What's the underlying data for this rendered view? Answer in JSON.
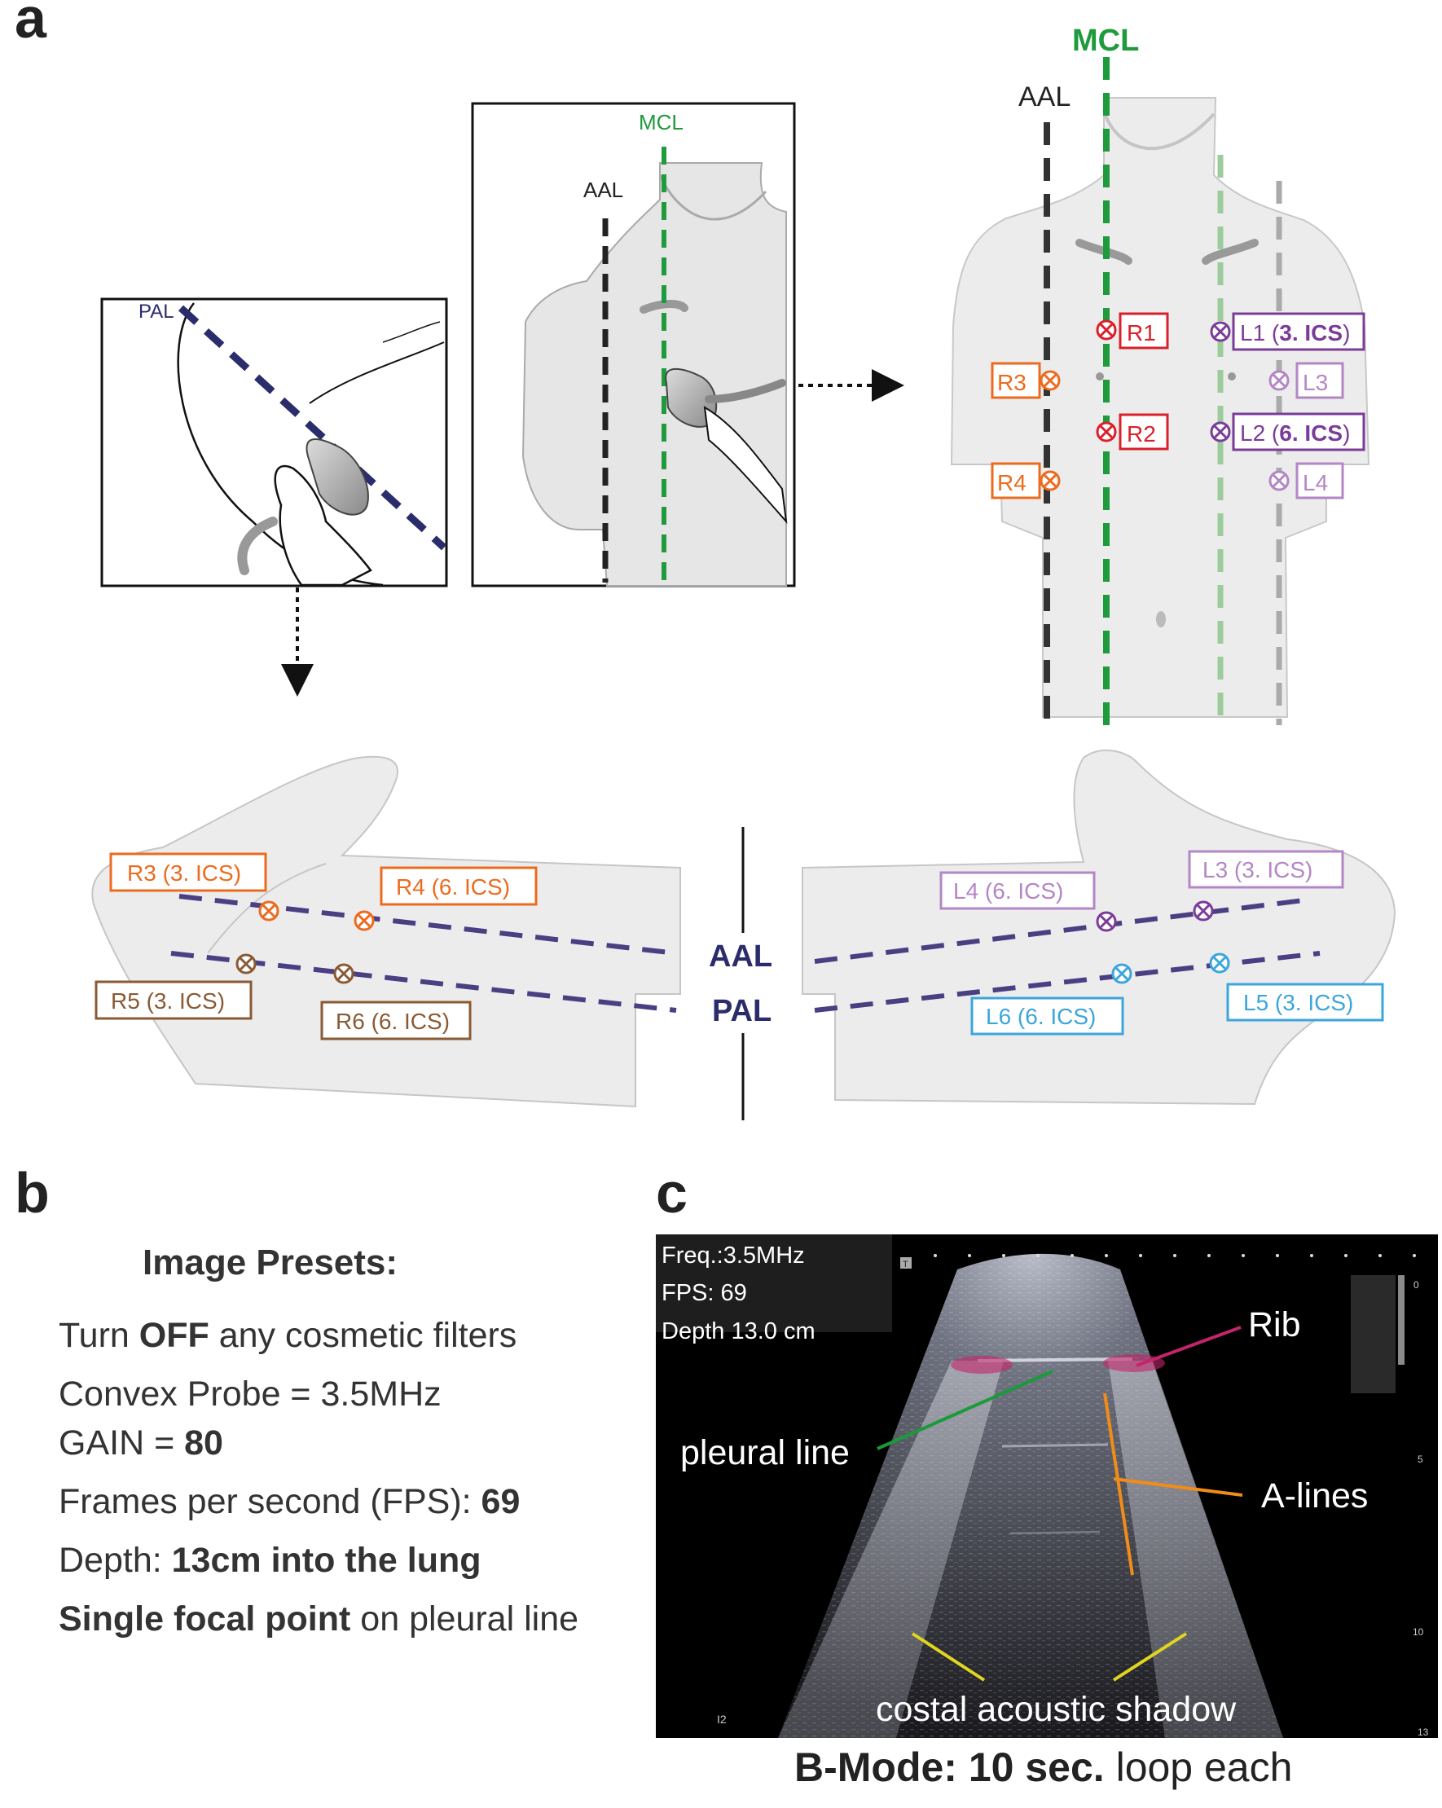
{
  "panels": {
    "a": "a",
    "b": "b",
    "c": "c"
  },
  "lines": {
    "mcl": "MCL",
    "aal": "AAL",
    "pal": "PAL"
  },
  "sites_top": {
    "r1": "R1",
    "r2": "R2",
    "r3": "R3",
    "r4": "R4",
    "l1_pre": "L1 (",
    "l1_bold": "3. ICS",
    "l1_post": ")",
    "l2_pre": "L2 (",
    "l2_bold": "6. ICS",
    "l2_post": ")",
    "l3": "L3",
    "l4": "L4"
  },
  "sites_lateral": {
    "r3": "R3 (3. ICS)",
    "r4": "R4 (6. ICS)",
    "r5": "R5 (3. ICS)",
    "r6": "R6 (6. ICS)",
    "l3": "L3 (3. ICS)",
    "l4": "L4 (6. ICS)",
    "l5": "L5 (3. ICS)",
    "l6": "L6 (6. ICS)"
  },
  "presets": {
    "title": "Image Presets:",
    "rows": [
      {
        "pre": "Turn ",
        "bold": "OFF",
        "post": " any cosmetic filters"
      },
      {
        "pre": "Convex Probe = 3.5MHz",
        "bold": "",
        "post": ""
      },
      {
        "pre": "GAIN = ",
        "bold": "80",
        "post": ""
      },
      {
        "pre": "Frames per second (FPS): ",
        "bold": "69",
        "post": ""
      },
      {
        "pre": "Depth: ",
        "bold": "13cm into the lung",
        "post": ""
      },
      {
        "pre": "",
        "bold": "Single focal point",
        "post": " on pleural line"
      }
    ]
  },
  "ultrasound": {
    "info": [
      "Freq.:3.5MHz",
      "FPS: 69",
      "Depth 13.0 cm"
    ],
    "labels": {
      "rib": "Rib",
      "pleural": "pleural line",
      "alines": "A-lines",
      "shadow": "costal acoustic shadow"
    },
    "scale_ticks": [
      "0",
      "5",
      "10",
      "13"
    ],
    "corner": "I2",
    "t_marker": "T"
  },
  "caption": {
    "bold1": "B-Mode:",
    "bold2": "10 sec.",
    "rest": " loop each"
  },
  "colors": {
    "mcl": "#1f9a3c",
    "aal": "#222222",
    "pal": "#2b2c6b",
    "dash_lateral": "#4a3f82",
    "right_red": "#d9202b",
    "right_orange": "#ec6b1e",
    "right_brown": "#8a5a34",
    "left_purple": "#7a3c98",
    "left_light_purple": "#b486c6",
    "left_blue": "#3ba6dc",
    "rib": "#c3246a",
    "pleural": "#1a9a3a",
    "alines": "#f08c1a",
    "shadow": "#e0d51f"
  }
}
